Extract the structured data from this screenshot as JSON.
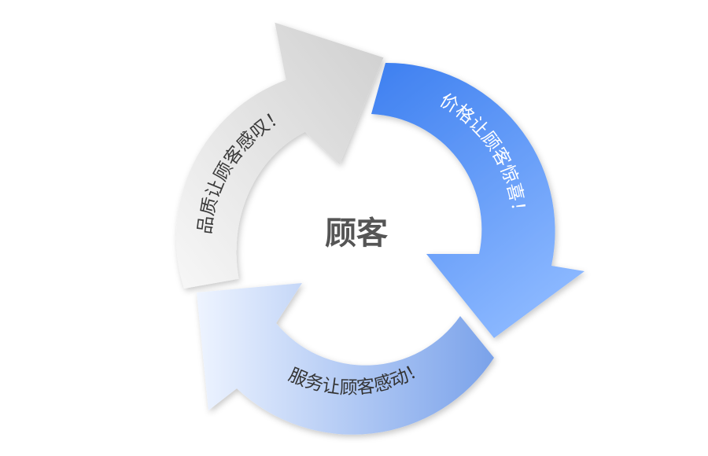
{
  "diagram": {
    "center": "顾客",
    "arrows": [
      {
        "id": "quality",
        "label": "品质让顾客感叹！",
        "text_color": "#3a3a3a"
      },
      {
        "id": "price",
        "label": "价格让顾客惊喜！",
        "text_color": "#ffffff"
      },
      {
        "id": "service",
        "label": "服务让顾客感动！",
        "text_color": "#333333"
      }
    ],
    "colors": {
      "quality_light": "#f7f7f7",
      "quality_dark": "#cfcfcf",
      "price_dark": "#3d7ff0",
      "price_light": "#8ab7ff",
      "service_light": "#eef4ff",
      "service_dark": "#7aa2ea"
    }
  }
}
